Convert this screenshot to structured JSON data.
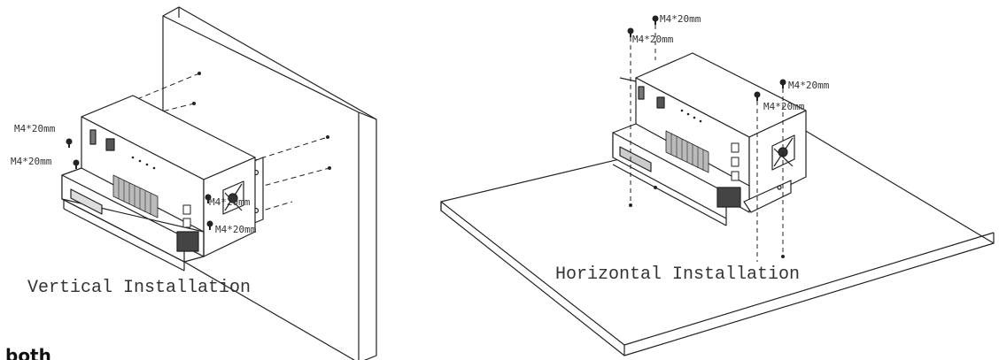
{
  "vertical": {
    "screw_labels": [
      "M4*20mm",
      "M4*20mm",
      "M4*20mm",
      "M4*20mm"
    ],
    "caption": "Vertical Installation"
  },
  "horizontal": {
    "screw_labels": [
      "M4*20mm",
      "M4*20mm",
      "M4*20mm",
      "M4*20mm"
    ],
    "caption": "Horizontal Installation"
  },
  "footer_fragment": "both"
}
